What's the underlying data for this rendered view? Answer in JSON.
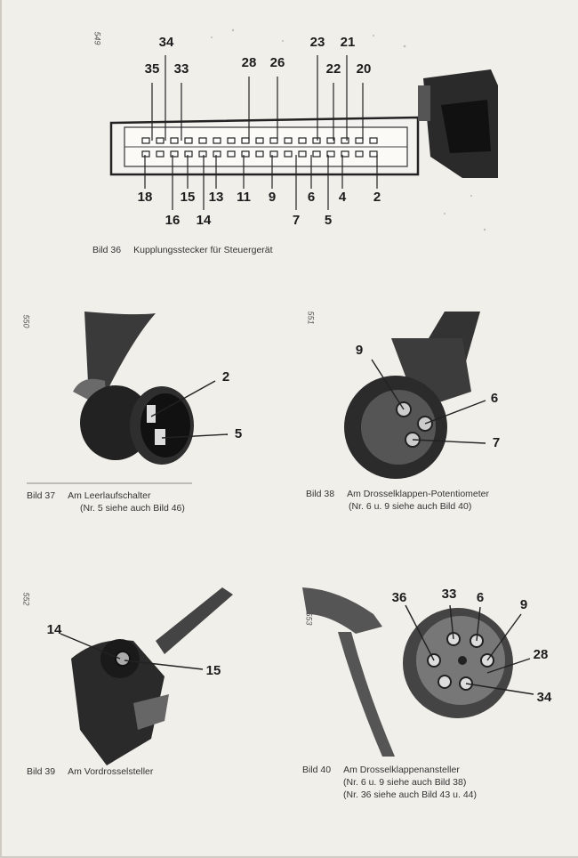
{
  "page": {
    "fig36": {
      "labels_top": [
        "34",
        "35",
        "33",
        "28",
        "26",
        "23",
        "22",
        "21",
        "20"
      ],
      "labels_bottom": [
        "18",
        "15",
        "13",
        "11",
        "9",
        "6",
        "4",
        "2",
        "16",
        "14",
        "7",
        "5"
      ],
      "caption_num": "Bild 36",
      "caption_text": "Kupplungsstecker für Steuergerät",
      "margin_no": "549"
    },
    "fig37": {
      "labels": [
        "2",
        "5"
      ],
      "caption_num": "Bild 37",
      "caption_text": "Am Leerlaufschalter",
      "caption_line2": "(Nr. 5 siehe auch Bild 46)",
      "margin_no": "550"
    },
    "fig38": {
      "labels": [
        "9",
        "6",
        "7"
      ],
      "caption_num": "Bild 38",
      "caption_text": "Am Drosselklappen-Potentiometer",
      "caption_line2": "(Nr. 6 u. 9 siehe auch Bild 40)",
      "margin_no": "551"
    },
    "fig39": {
      "labels": [
        "14",
        "15"
      ],
      "caption_num": "Bild 39",
      "caption_text": "Am Vordrosselsteller",
      "margin_no": "552"
    },
    "fig40": {
      "labels": [
        "36",
        "33",
        "6",
        "9",
        "28",
        "34"
      ],
      "caption_num": "Bild 40",
      "caption_text": "Am Drosselklappenansteller",
      "caption_line2": "(Nr. 6 u. 9 siehe auch Bild 38)",
      "caption_line3": "(Nr. 36 siehe auch Bild 43 u. 44)",
      "margin_no": "553"
    }
  }
}
